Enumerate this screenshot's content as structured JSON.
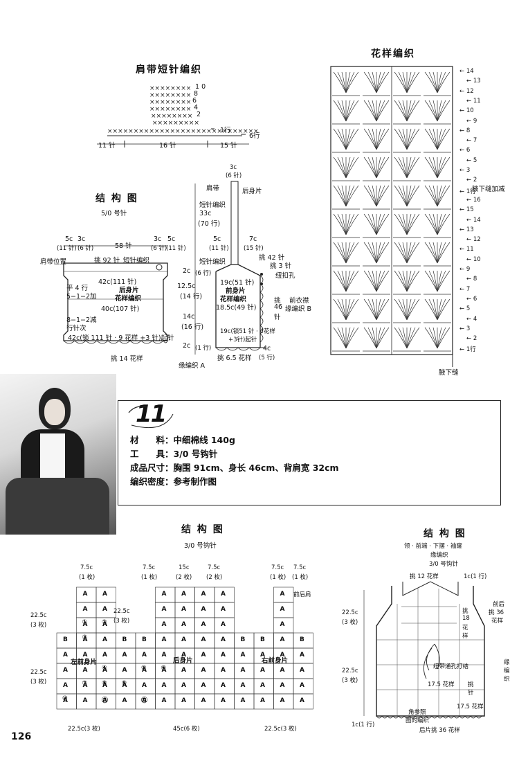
{
  "strap_chart": {
    "title": "肩带短针编织",
    "row_numbers": [
      "1 0",
      "8",
      "6",
      "4",
      "2"
    ],
    "row1_label": "1行",
    "row6_label": "6行",
    "stitch_left": "11 针",
    "stitch_mid": "16 针",
    "stitch_right": "15 针"
  },
  "pattern_chart": {
    "title": "花样编织",
    "right_rows": [
      "14",
      "13",
      "12",
      "11",
      "10",
      "9",
      "8",
      "7",
      "6",
      "5",
      "3",
      "2",
      "1行",
      "16",
      "15",
      "14",
      "13",
      "12",
      "11",
      "10",
      "9",
      "8",
      "7",
      "6",
      "5",
      "4",
      "3",
      "2",
      "1行"
    ],
    "note1": "腋下缝加减",
    "note2": "腋下缝"
  },
  "structure_top": {
    "title": "结 构 图",
    "needle": "5/0 号针",
    "labels": {
      "l5c": "5c",
      "l3c": "3c",
      "l11": "(11 针)",
      "l6": "(6 针)",
      "w58": "58 针",
      "r3c": "3c",
      "r5c": "5c",
      "r6": "(6 针)",
      "r11": "(11 针)",
      "strap_pos": "肩带位置",
      "pick92": "挑 92 针",
      "short_knit": "短针编织",
      "w42top": "42c(111 针)",
      "back": "后身片",
      "pattern": "花样编织",
      "flat4": "平 4 行",
      "inc": "5−1−2加",
      "w40": "40c(107 针)",
      "dec": "8−1−2减",
      "rowtimes": "行针次",
      "w42bot": "42c(锁 111 针 · 9 花样 +3 针)起针",
      "pick14": "挑 14 花样",
      "edgeA": "缘编织 A",
      "strap_h": "3c",
      "strap_h2": "(6 针)",
      "strap": "肩带",
      "back_piece": "后身片",
      "len33": "33c",
      "len70": "(70 行)",
      "short2": "短针编织",
      "s5c": "5c",
      "s11": "(11 针)",
      "s7c": "7c",
      "s15": "(15 针)",
      "pick42": "挑 42 针",
      "pick3": "挑 3 针",
      "button": "纽扣孔",
      "h2c": "2c",
      "h6r": "(6 行)",
      "w19top": "19c(51 针)",
      "front": "前身片",
      "h125": "12.5c",
      "h14r": "(14 行)",
      "w185": "18.5c(49 针)",
      "pick46": "挑",
      "pick46b": "46",
      "pick46c": "针",
      "front_edge": "前衣襟",
      "edgeB": "缘编织 B",
      "h14c": "14c",
      "h16r": "(16 行)",
      "w19bot": "19c(锁51 针 · 4花样",
      "w19bot2": "+3针)起针",
      "h2cb": "2c",
      "h1r": "(1 行)",
      "pick65": "挑 6.5 花样",
      "w4c": "4c",
      "w5r": "(5 行)"
    }
  },
  "project": {
    "number": "11",
    "specs": [
      "材　　料：中细棉线 140g",
      "工　　具：3/0 号钩针",
      "成品尺寸：胸围 91cm、身长 46cm、背肩宽 32cm",
      "编织密度：参考制作图"
    ]
  },
  "structure_bottom_left": {
    "title": "结 构 图",
    "needle": "3/0 号钩针",
    "top_dims": [
      "7.5c",
      "(1 枚)",
      "7.5c",
      "(1 枚)",
      "15c",
      "(2 枚)",
      "7.5c",
      "(2 枚)",
      "7.5c",
      "(1 枚)",
      "7.5c",
      "(1 枚)"
    ],
    "left_dims": [
      "22.5c",
      "(3 枚)",
      "22.5c",
      "(3 枚)"
    ],
    "mid_dims": [
      "22.5c",
      "(3 枚)"
    ],
    "front_back_shoulder": "前后肩",
    "left_front": "左前身片",
    "back": "后身片",
    "right_front": "右前身片",
    "bottom_dims": [
      "22.5c(3 枚)",
      "45c(6 枚)",
      "22.5c(3 枚)"
    ],
    "cells_num": [
      "①",
      "②",
      "③",
      "④",
      "⑤",
      "⑥",
      "⑦",
      "⑧",
      "⑨",
      "⑩",
      "⑪",
      "⑫"
    ]
  },
  "structure_bottom_right": {
    "title": "结 构 图",
    "sub1": "领 · 前端 · 下摆 · 袖窿",
    "sub2": "缘编织",
    "sub3": "3/0 号钩针",
    "pick12": "挑 12 花样",
    "r1c": "1c(1 行)",
    "pick18": "挑",
    "pick18b": "18",
    "pick18c": "花",
    "pick18d": "样",
    "fb": "前后",
    "fb36": "挑 36",
    "fb36b": "花样",
    "tie": "纽带通孔打结",
    "edge": "缘",
    "edge2": "编",
    "edge3": "织",
    "p175a": "17.5 花样",
    "pickc": "挑",
    "pickd": "针",
    "p175b": "17.5 花样",
    "corner": "角参照",
    "corner2": "图的编织",
    "r1c_b": "1c(1 行)",
    "back36": "后片挑 36 花样",
    "left_dims": [
      "22.5c",
      "(3 枚)",
      "22.5c",
      "(3 枚)"
    ]
  },
  "page_number": "126"
}
